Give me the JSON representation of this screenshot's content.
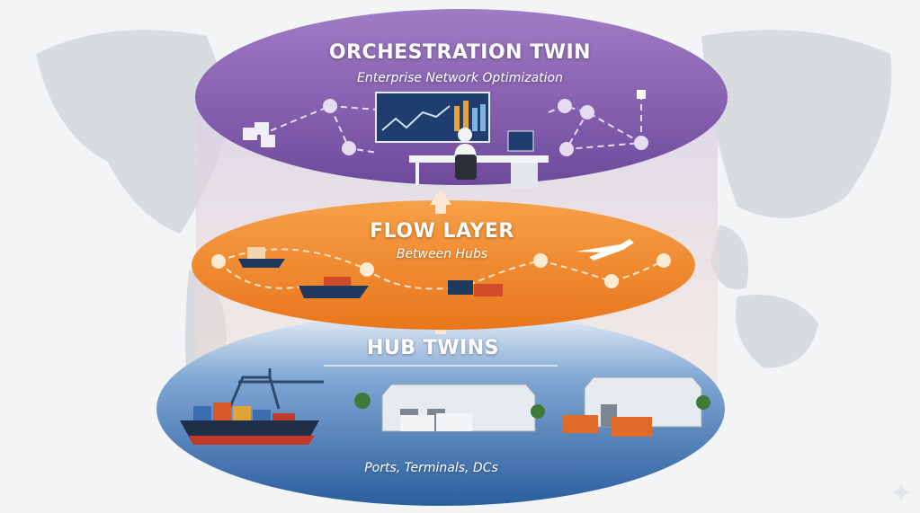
{
  "layers": {
    "orchestration": {
      "title": "ORCHESTRATION TWIN",
      "subtitle": "Enterprise Network Optimization",
      "color": "#8a62b4"
    },
    "flow": {
      "title": "FLOW LAYER",
      "subtitle": "Between Hubs",
      "color": "#ef8a2e"
    },
    "hub": {
      "title": "HUB TWINS",
      "subtitle": "Ports, Terminals, DCs",
      "color": "#3f73b3"
    }
  },
  "icons": [
    "world-map",
    "analytics-dashboard",
    "operator-at-desk",
    "network-node",
    "cargo-ship",
    "airplane",
    "truck",
    "warehouse",
    "port-crane",
    "up-arrow",
    "sparkle"
  ]
}
